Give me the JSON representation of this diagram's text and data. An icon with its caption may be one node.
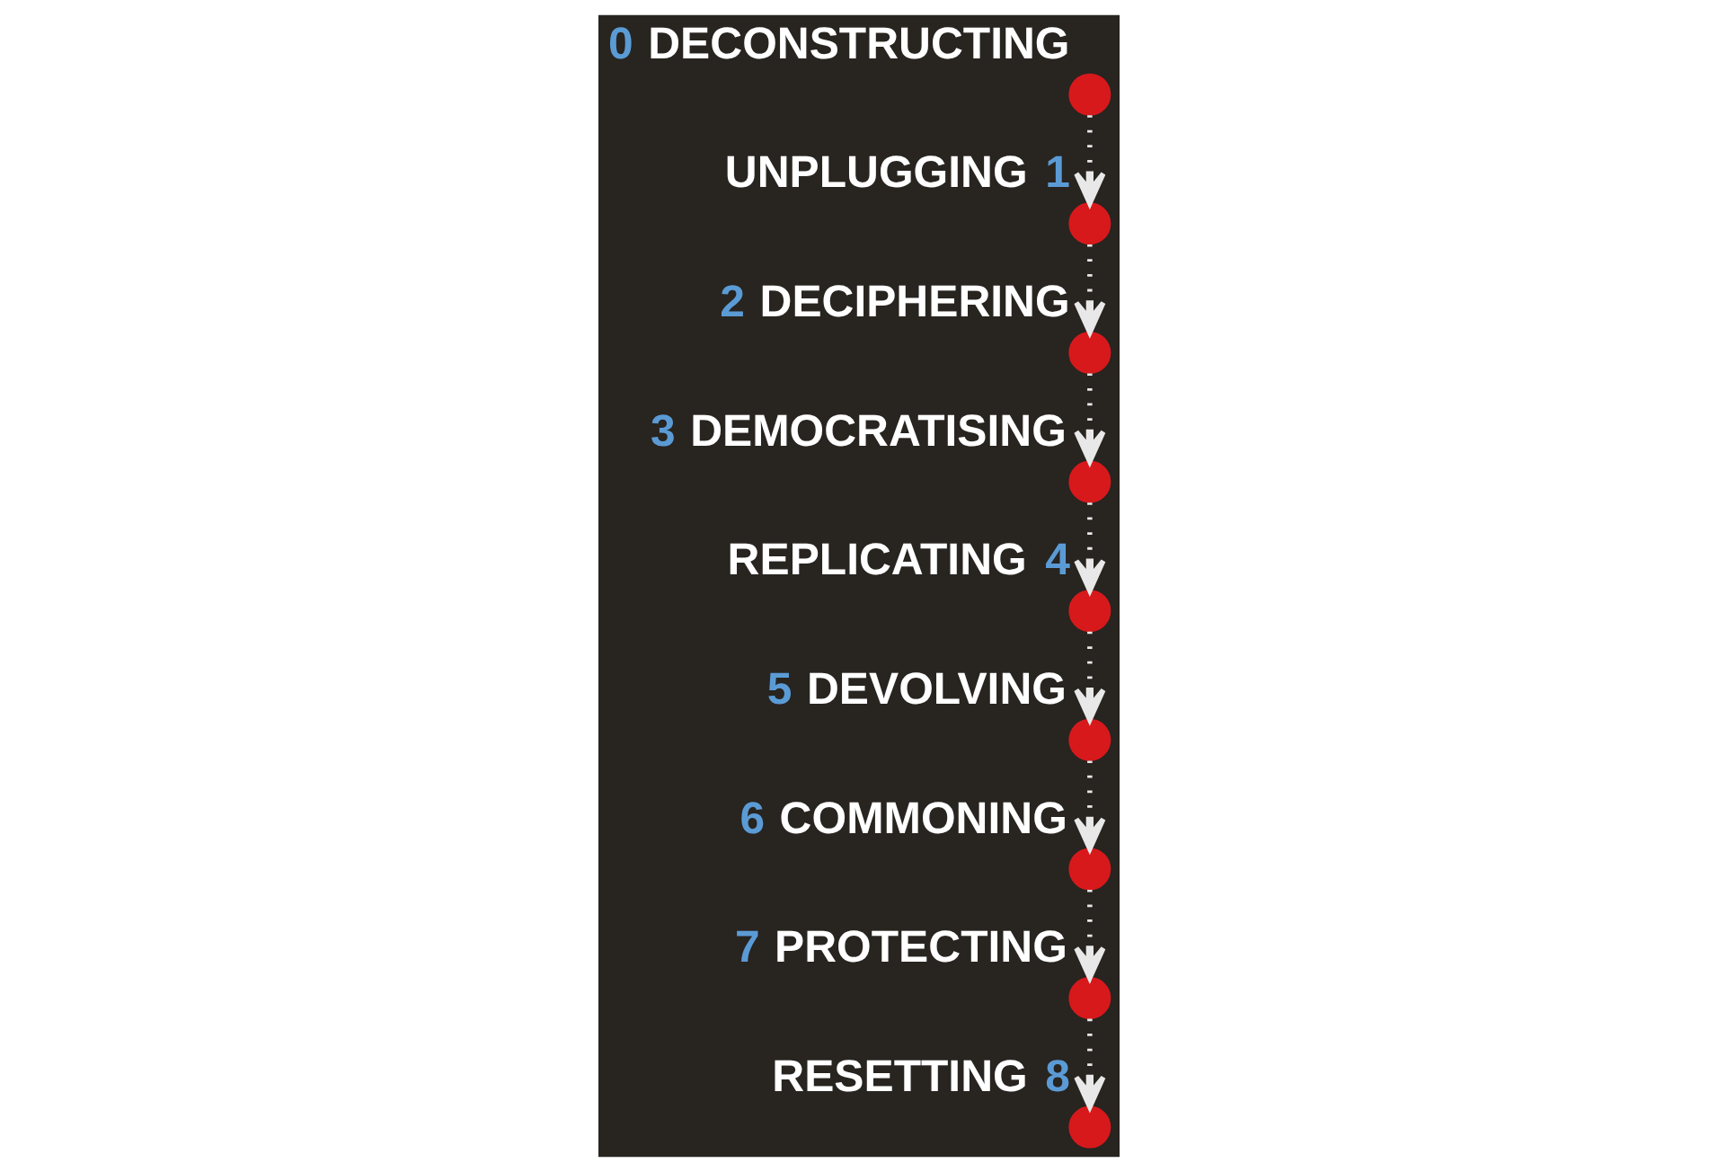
{
  "diagram": {
    "nodes": [
      {
        "text": [],
        "shape": "circle",
        "beside": [
          "0",
          "DECONSTRUCTING"
        ]
      },
      {
        "text": [],
        "shape": "circle",
        "beside": [
          "UNPLUGGING",
          "1"
        ]
      },
      {
        "text": [],
        "shape": "circle",
        "beside": [
          "2",
          "DECIPHERING"
        ]
      },
      {
        "text": [],
        "shape": "circle",
        "beside": [
          "3",
          "DEMOCRATISING"
        ]
      },
      {
        "text": [],
        "shape": "circle",
        "beside": [
          "REPLICATING",
          "4"
        ]
      },
      {
        "text": [],
        "shape": "circle",
        "beside": [
          "5",
          "DEVOLVING"
        ]
      },
      {
        "text": [],
        "shape": "circle",
        "beside": [
          "6",
          "COMMONING"
        ]
      },
      {
        "text": [],
        "shape": "circle",
        "beside": [
          "7",
          "PROTECTING"
        ]
      },
      {
        "text": [],
        "shape": "circle",
        "beside": [
          "RESETTING",
          "8"
        ]
      }
    ],
    "edges": [
      {
        "from": 0,
        "to": 1,
        "arrow": "to"
      },
      {
        "from": 1,
        "to": 2,
        "arrow": "to"
      },
      {
        "from": 2,
        "to": 3,
        "arrow": "to"
      },
      {
        "from": 3,
        "to": 4,
        "arrow": "to"
      },
      {
        "from": 4,
        "to": 5,
        "arrow": "to"
      },
      {
        "from": 5,
        "to": 6,
        "arrow": "to"
      },
      {
        "from": 6,
        "to": 7,
        "arrow": "to"
      },
      {
        "from": 7,
        "to": 8,
        "arrow": "to"
      }
    ]
  }
}
